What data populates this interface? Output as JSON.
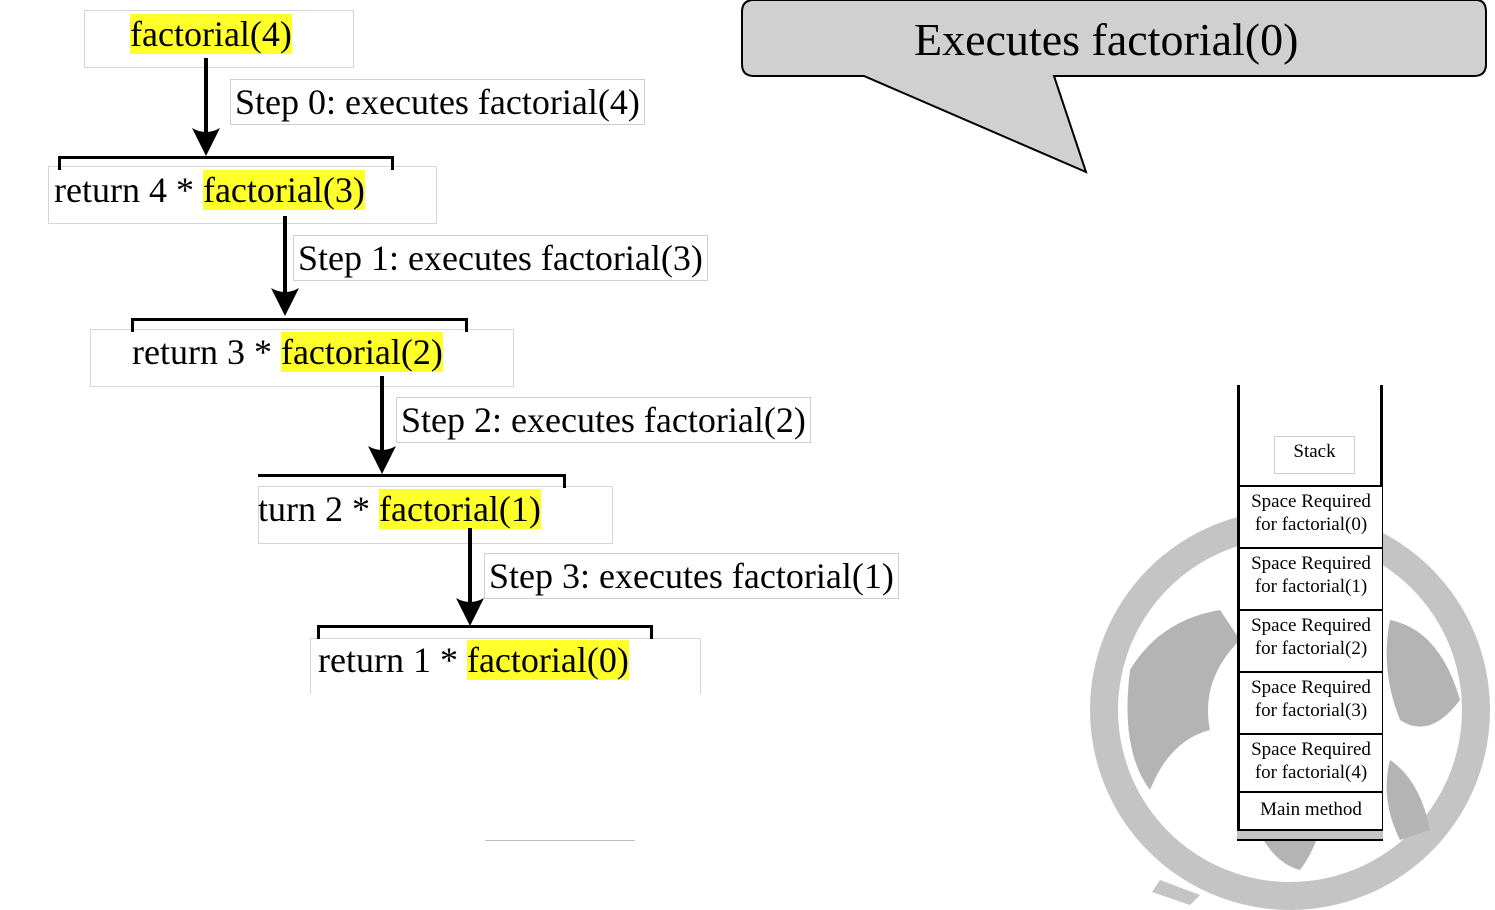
{
  "callout": {
    "text": "Executes factorial(0)"
  },
  "calls": [
    {
      "prefix": "",
      "call": "factorial(4)"
    },
    {
      "prefix": "return 4 * ",
      "call": "factorial(3)"
    },
    {
      "prefix": "return 3 * ",
      "call": "factorial(2)"
    },
    {
      "prefix": "turn 2 * ",
      "call": "factorial(1)"
    },
    {
      "prefix": "return 1 * ",
      "call": "factorial(0)"
    }
  ],
  "steps": [
    "Step 0: executes factorial(4)",
    "Step 1: executes factorial(3)",
    "Step 2: executes factorial(2)",
    "Step 3: executes factorial(1)"
  ],
  "stack": {
    "title": "Stack",
    "frames": [
      {
        "line1": "Space  Required",
        "line2": "for factorial(0)"
      },
      {
        "line1": "Space  Required",
        "line2": "for factorial(1)"
      },
      {
        "line1": "Space  Required",
        "line2": "for factorial(2)"
      },
      {
        "line1": "Space  Required",
        "line2": "for factorial(3)"
      },
      {
        "line1": "Space  Required",
        "line2": "for factorial(4)"
      }
    ],
    "bottom": "Main method"
  },
  "colors": {
    "highlight": "#ffff2a",
    "callout_fill": "#d0d0d0",
    "globe": "#b8b8b8"
  }
}
